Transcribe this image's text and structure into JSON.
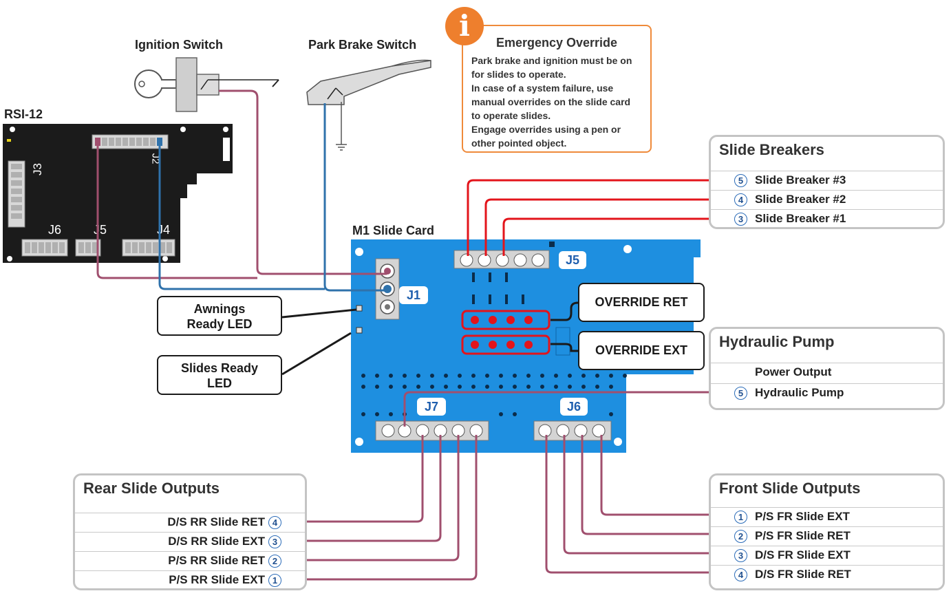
{
  "labels": {
    "ignition_switch": "Ignition Switch",
    "park_brake_switch": "Park Brake Switch",
    "rsi12": "RSI-12",
    "m1_slide_card": "M1 Slide Card"
  },
  "rsi_connectors": {
    "j2": "J2",
    "j3": "J3",
    "j6": "J6",
    "j5": "J5",
    "j4": "J4"
  },
  "card_connectors": {
    "j1": "J1",
    "j5": "J5",
    "j6": "J6",
    "j7": "J7"
  },
  "callouts": {
    "awnings_led": [
      "Awnings",
      "Ready LED"
    ],
    "slides_led": [
      "Slides Ready",
      "LED"
    ],
    "override_ret": "OVERRIDE RET",
    "override_ext": "OVERRIDE EXT"
  },
  "emergency_note": {
    "icon": "info-icon",
    "icon_glyph": "i",
    "title": "Emergency Override",
    "lines": [
      "Park brake and ignition must be on",
      "for slides to operate.",
      "In case of a system failure, use",
      "manual overrides on the slide card",
      "to operate slides.",
      "Engage overrides using a pen or",
      "other pointed object."
    ]
  },
  "slide_breakers": {
    "title": "Slide Breakers",
    "rows": [
      {
        "num": "5",
        "label": "Slide Breaker #3"
      },
      {
        "num": "4",
        "label": "Slide Breaker #2"
      },
      {
        "num": "3",
        "label": "Slide Breaker #1"
      }
    ]
  },
  "hydraulic_pump": {
    "title": "Hydraulic Pump",
    "subtitle": "Power Output",
    "rows": [
      {
        "num": "5",
        "label": "Hydraulic Pump"
      }
    ]
  },
  "rear_slide_outputs": {
    "title": "Rear Slide Outputs",
    "rows": [
      {
        "num": "4",
        "label": "D/S RR Slide RET"
      },
      {
        "num": "3",
        "label": "D/S RR Slide EXT"
      },
      {
        "num": "2",
        "label": "P/S RR Slide RET"
      },
      {
        "num": "1",
        "label": "P/S RR Slide EXT"
      }
    ]
  },
  "front_slide_outputs": {
    "title": "Front Slide Outputs",
    "rows": [
      {
        "num": "1",
        "label": "P/S FR Slide EXT"
      },
      {
        "num": "2",
        "label": "P/S FR Slide RET"
      },
      {
        "num": "3",
        "label": "D/S FR Slide EXT"
      },
      {
        "num": "4",
        "label": "D/S FR Slide RET"
      }
    ]
  },
  "colors": {
    "card_blue": "#1e8fe0",
    "rsi_board": "#1b1b1b",
    "wire_red": "#e3141b",
    "wire_mauve": "#a04f6e",
    "wire_blue": "#2f72ab",
    "note_orange": "#ef8a3a",
    "panel_border": "#c4c4c4"
  }
}
